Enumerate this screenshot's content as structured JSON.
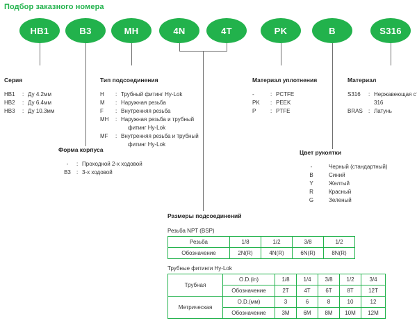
{
  "title": "Подбор заказного номера",
  "accent": "#22b24c",
  "line_color": "#6f6f6f",
  "ovals": [
    {
      "label": "HB1"
    },
    {
      "label": "B3"
    },
    {
      "label": "MH"
    },
    {
      "label": "4N"
    },
    {
      "label": "4T"
    },
    {
      "label": "PK"
    },
    {
      "label": "B"
    },
    {
      "label": "S316"
    }
  ],
  "sections": {
    "series": {
      "title": "Серия",
      "rows": [
        {
          "code": "HB1",
          "sep": ":",
          "desc": "Ду 4.2мм"
        },
        {
          "code": "HB2",
          "sep": ":",
          "desc": "Ду 6.4мм"
        },
        {
          "code": "HB3",
          "sep": ":",
          "desc": "Ду 10.3мм"
        }
      ]
    },
    "body_form": {
      "title": "Форма корпуса",
      "rows": [
        {
          "code": "-",
          "sep": ":",
          "desc": "Проходной 2-х ходовой"
        },
        {
          "code": "B3",
          "sep": ":",
          "desc": "3-х ходовой"
        }
      ]
    },
    "connection_type": {
      "title": "Тип подсоединения",
      "rows": [
        {
          "code": "H",
          "sep": ":",
          "desc": "Трубный фитинг Hy-Lok",
          "cont": ""
        },
        {
          "code": "M",
          "sep": ":",
          "desc": "Наружная резьба",
          "cont": ""
        },
        {
          "code": "F",
          "sep": ":",
          "desc": "Внутренняя резьба",
          "cont": ""
        },
        {
          "code": "MH",
          "sep": ":",
          "desc": "Наружная резьба и трубный",
          "cont": "фитинг Hy-Lok"
        },
        {
          "code": "MF",
          "sep": ":",
          "desc": "Внутренняя резьба и трубный",
          "cont": "фитинг Hy-Lok"
        }
      ]
    },
    "seal_material": {
      "title": "Материал уплотнения",
      "rows": [
        {
          "code": "-",
          "sep": ":",
          "desc": "PCTFE"
        },
        {
          "code": "PK",
          "sep": ":",
          "desc": "PEEK"
        },
        {
          "code": "P",
          "sep": ":",
          "desc": "PTFE"
        }
      ]
    },
    "material": {
      "title": "Материал",
      "rows": [
        {
          "code": "S316",
          "sep": ":",
          "desc": "Нержавеющая сталь",
          "cont": "316"
        },
        {
          "code": "BRAS",
          "sep": ":",
          "desc": "Латунь",
          "cont": ""
        }
      ]
    },
    "handle_color": {
      "title": "Цвет рукоятки",
      "rows": [
        {
          "code": "-",
          "sep": "",
          "desc": "Черный (стандартный)"
        },
        {
          "code": "B",
          "sep": "",
          "desc": "Синий"
        },
        {
          "code": "Y",
          "sep": "",
          "desc": "Желтый"
        },
        {
          "code": "R",
          "sep": "",
          "desc": "Красный"
        },
        {
          "code": "G",
          "sep": "",
          "desc": "Зеленый"
        }
      ]
    }
  },
  "sizes": {
    "heading": "Размеры подсоединений",
    "npt": {
      "label": "Резьба NPT (BSP)",
      "rows": [
        {
          "header": "Резьба",
          "cells": [
            "1/8",
            "1/2",
            "3/8",
            "1/2"
          ]
        },
        {
          "header": "Обозначение",
          "cells": [
            "2N(R)",
            "4N(R)",
            "6N(R)",
            "8N(R)"
          ]
        }
      ]
    },
    "tube": {
      "label": "Трубные фитинги Hy-Lok",
      "groups": [
        {
          "name": "Трубная",
          "rows": [
            {
              "sub": "O.D.(in)",
              "cells": [
                "1/8",
                "1/4",
                "3/8",
                "1/2",
                "3/4"
              ]
            },
            {
              "sub": "Обозначение",
              "cells": [
                "2T",
                "4T",
                "6T",
                "8T",
                "12T"
              ]
            }
          ]
        },
        {
          "name": "Метрическая",
          "rows": [
            {
              "sub": "O.D.(мм)",
              "cells": [
                "3",
                "6",
                "8",
                "10",
                "12"
              ]
            },
            {
              "sub": "Обозначение",
              "cells": [
                "3M",
                "6M",
                "8M",
                "10M",
                "12M"
              ]
            }
          ]
        }
      ]
    }
  }
}
